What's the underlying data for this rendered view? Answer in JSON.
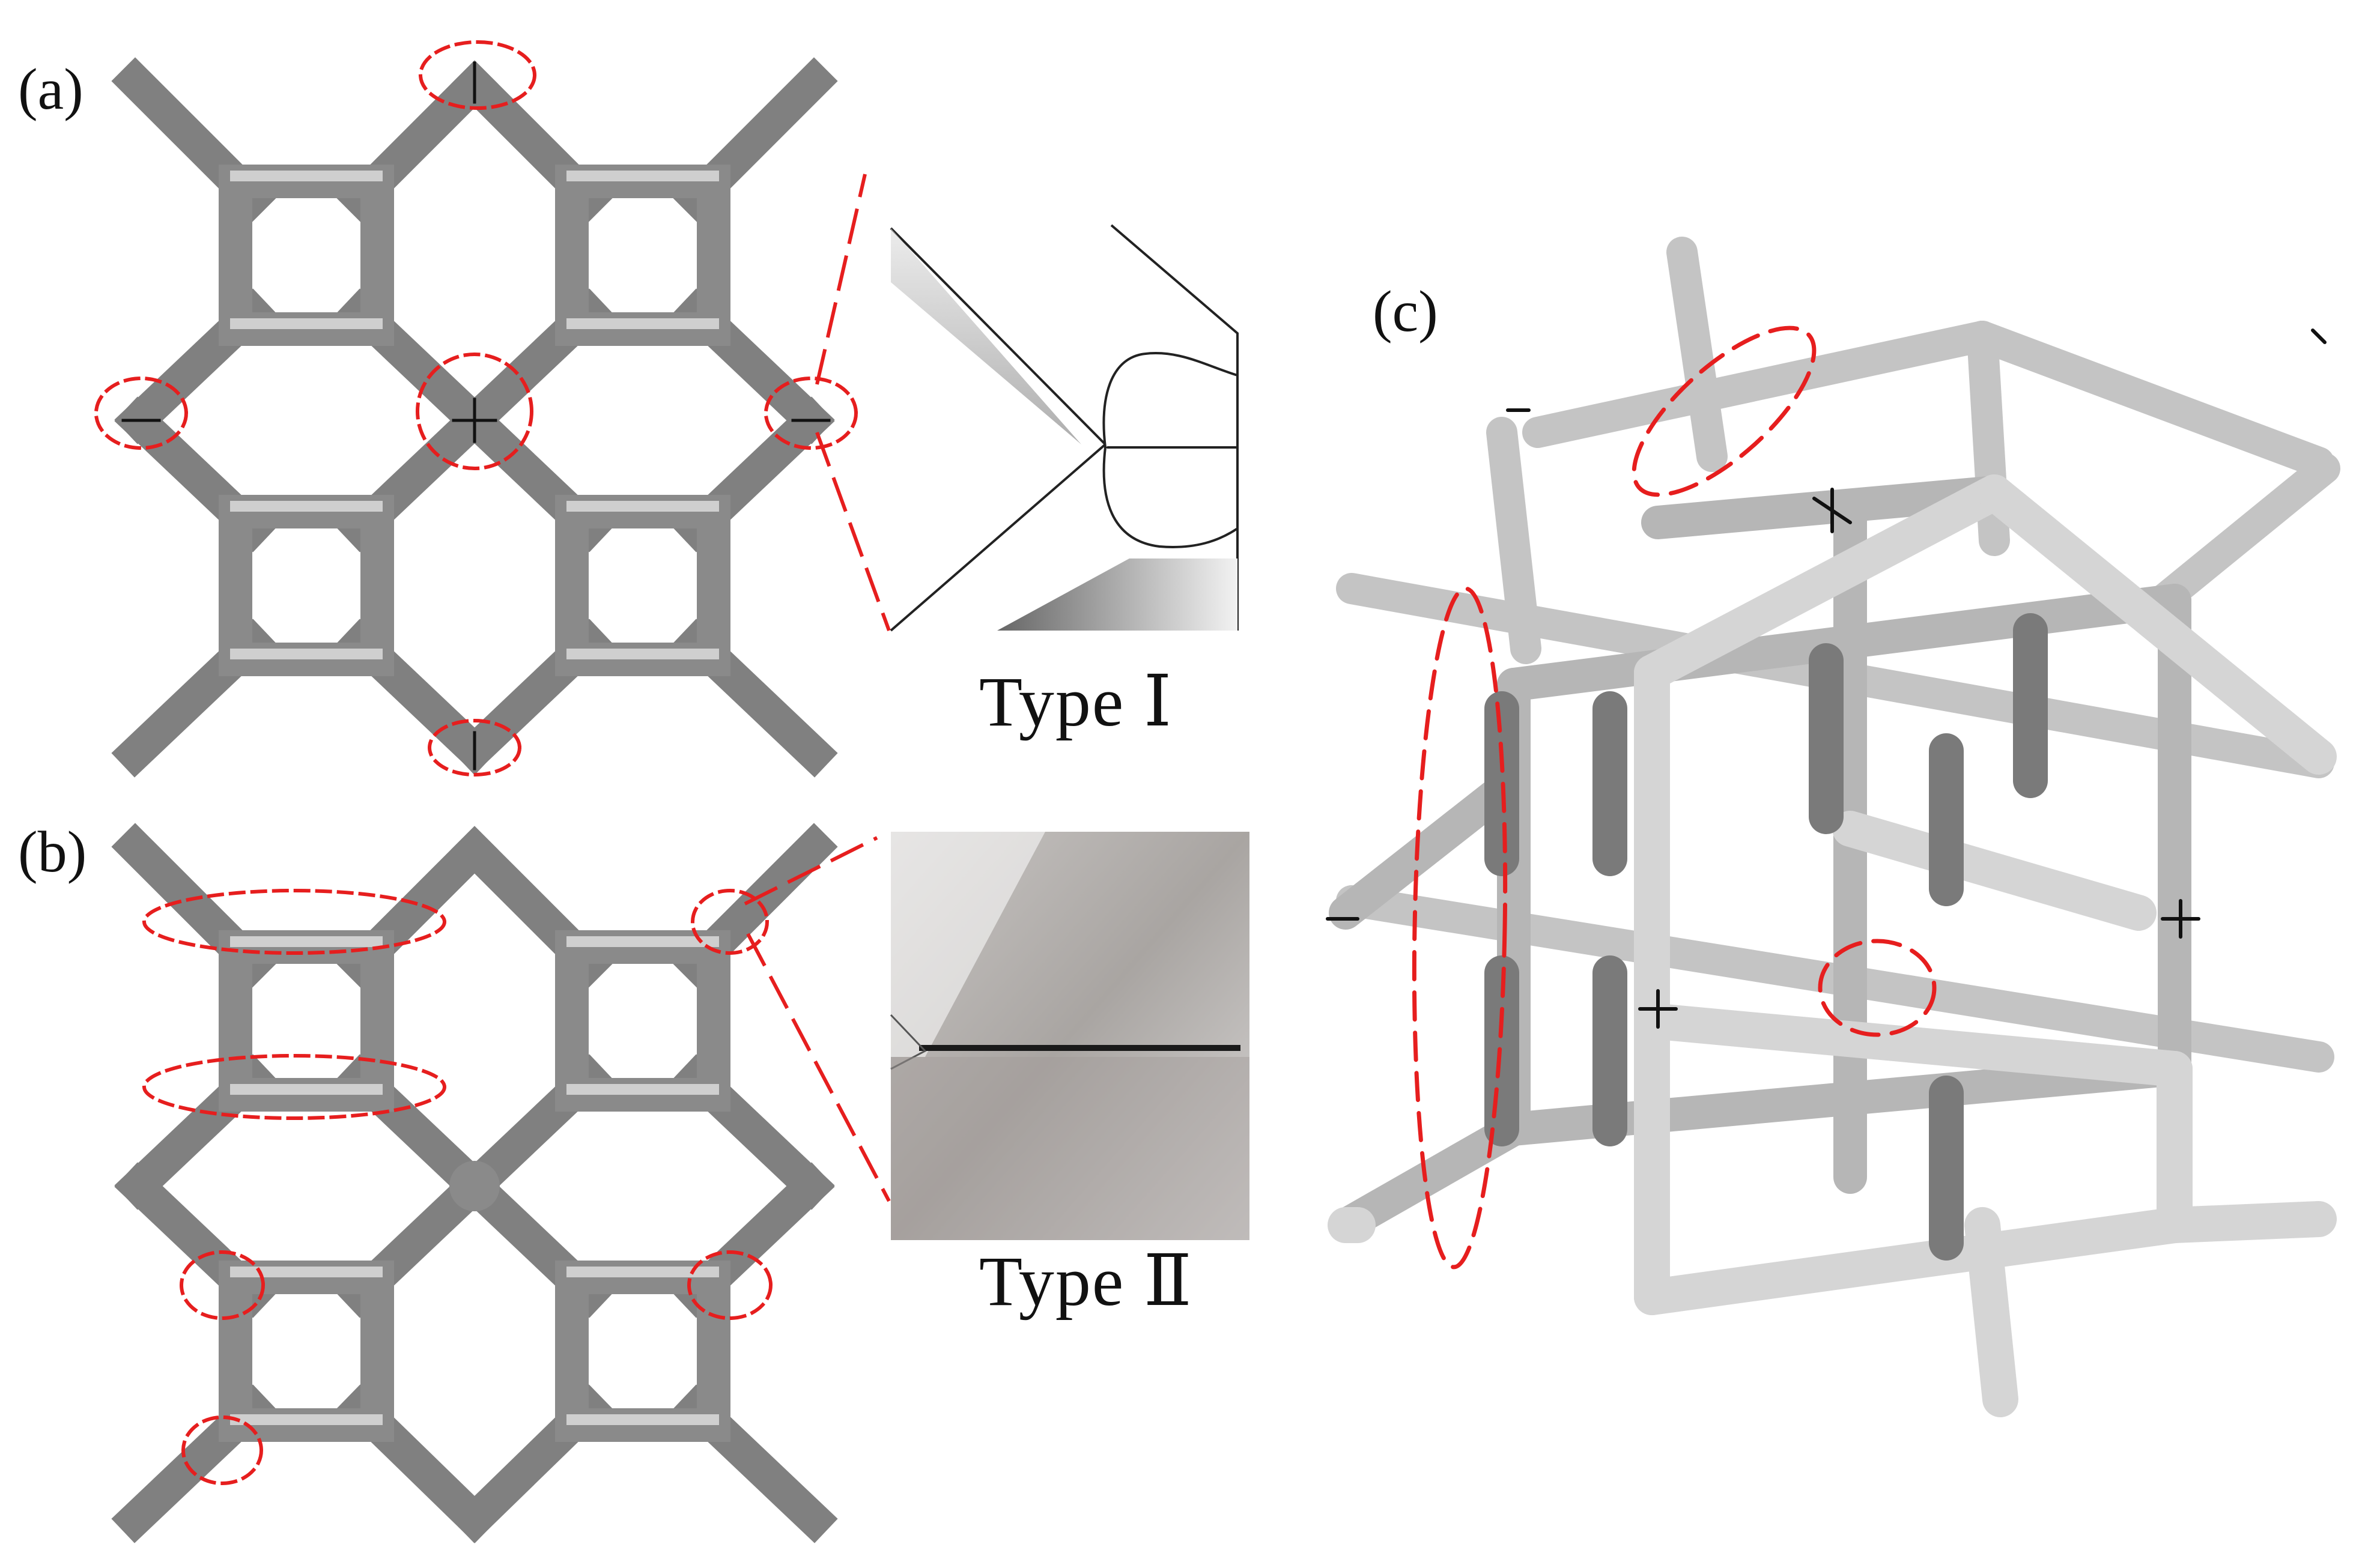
{
  "panels": {
    "a": {
      "label": "(a)"
    },
    "b": {
      "label": "(b)"
    },
    "c": {
      "label": "(c)"
    }
  },
  "insets": {
    "type1": {
      "label": "Type Ⅰ"
    },
    "type2": {
      "label": "Type Ⅱ"
    }
  },
  "colors": {
    "strut_dark": "#6e6e6e",
    "strut_mid": "#9a9a9a",
    "strut_light": "#d2d2d2",
    "highlight": "#e61e1e"
  }
}
